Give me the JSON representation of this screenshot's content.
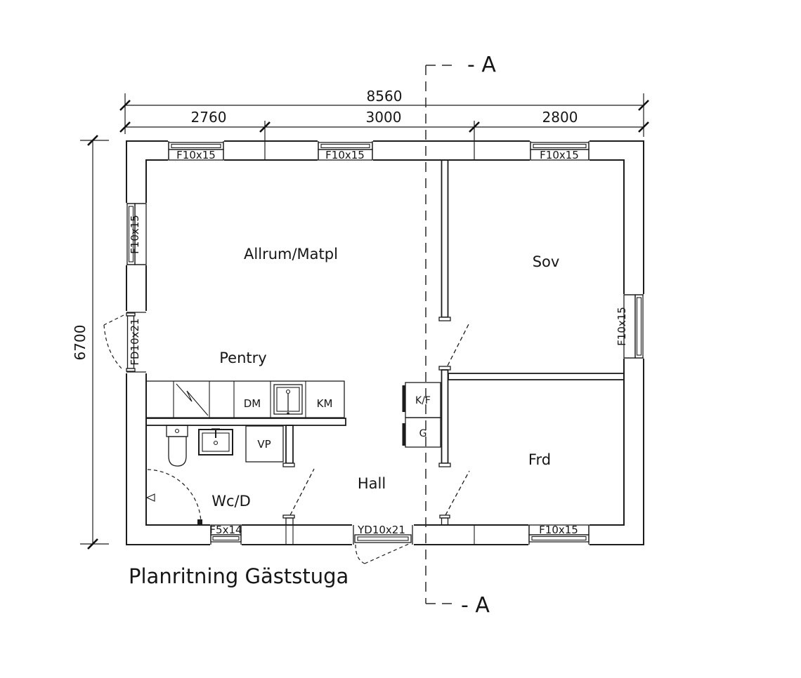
{
  "title": "Planritning Gäststuga",
  "section": {
    "label": "- A"
  },
  "dimensions": {
    "total_width": "8560",
    "segments": [
      "2760",
      "3000",
      "2800"
    ],
    "height": "6700"
  },
  "rooms": {
    "living_dining": "Allrum/Matpl",
    "bedroom": "Sov",
    "kitchenette": "Pentry",
    "hall": "Hall",
    "wc_shower": "Wc/D",
    "storage": "Frd"
  },
  "openings": {
    "f10x15": "F10x15",
    "f5x14": "F5x14",
    "fd10x21": "FD10x21",
    "yd10x21": "YD10x21"
  },
  "appliances": {
    "dm": "DM",
    "km": "KM",
    "vp": "VP",
    "kf": "K/F",
    "g": "G"
  },
  "colors": {
    "line": "#1c1c1c",
    "background": "#ffffff"
  }
}
